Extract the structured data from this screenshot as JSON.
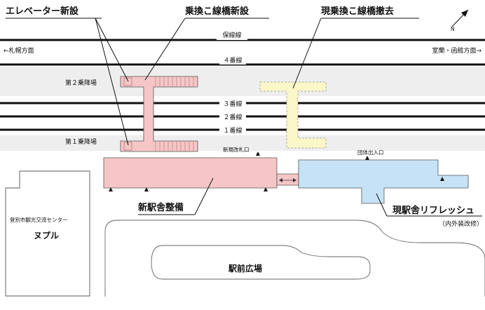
{
  "labels": {
    "elevator_new": "エレベーター新設",
    "transfer_bridge_new": "乗換こ線橋新設",
    "transfer_bridge_removal": "現乗換こ線橋撤去",
    "line_hosen": "保線線",
    "line_4": "４番線",
    "line_3": "３番線",
    "line_2": "２番線",
    "line_1": "１番線",
    "to_sapporo": "←札幌方面",
    "to_muroran": "室蘭・函館方面→",
    "platform_2": "第２乗降場",
    "platform_1": "第１乗降場",
    "new_ticket_gate": "新現改札口",
    "group_entrance": "団体出入口",
    "new_station_building": "新駅舎整備",
    "current_station_refresh": "現駅舎リフレッシュ",
    "refresh_note": "（内外装改修）",
    "tourism_center_name": "登別市観光交流センター",
    "tourism_center_nickname": "ヌプル",
    "station_square": "駅前広場",
    "north_mark": "N"
  },
  "colors": {
    "new_facility_fill": "#f6c6c6",
    "removal_fill": "#fbf7c8",
    "refresh_fill": "#c6e2f6",
    "platform_fill": "#eeeeee",
    "track": "#111111"
  }
}
